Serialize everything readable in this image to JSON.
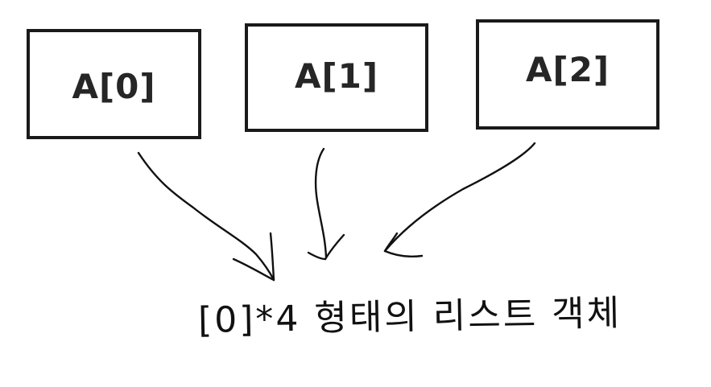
{
  "diagram": {
    "boxes": [
      {
        "label": "A[0]"
      },
      {
        "label": "A[1]"
      },
      {
        "label": "A[2]"
      }
    ],
    "caption": "[0]*4 형태의 리스트 객체"
  },
  "colors": {
    "stroke": "#1a1a1a",
    "text": "#262626",
    "background": "#ffffff"
  }
}
